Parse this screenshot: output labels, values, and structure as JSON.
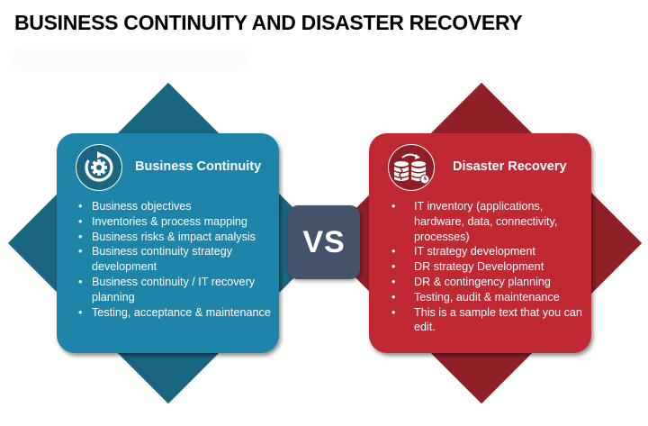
{
  "title": "BUSINESS CONTINUITY AND DISASTER RECOVERY",
  "colors": {
    "blue_card": "#1f84aa",
    "blue_diamond": "#1a6580",
    "red_card": "#c02834",
    "red_diamond": "#901f28",
    "vs_box": "#44536a"
  },
  "vs_label": "VS",
  "left_panel": {
    "icon": "gear-cycle-icon",
    "title": "Business Continuity",
    "items": [
      "Business objectives",
      "Inventories & process mapping",
      "Business risks & impact analysis",
      "Business continuity strategy development",
      "Business continuity / IT recovery planning",
      "Testing, acceptance & maintenance"
    ]
  },
  "right_panel": {
    "icon": "database-recovery-icon",
    "title": "Disaster Recovery",
    "items": [
      "IT inventory (applications, hardware, data, connectivity, processes)",
      "IT strategy development",
      "DR strategy Development",
      "DR & contingency planning",
      "Testing, audit & maintenance",
      "This is a sample text that you can edit."
    ]
  },
  "bullet": "•"
}
